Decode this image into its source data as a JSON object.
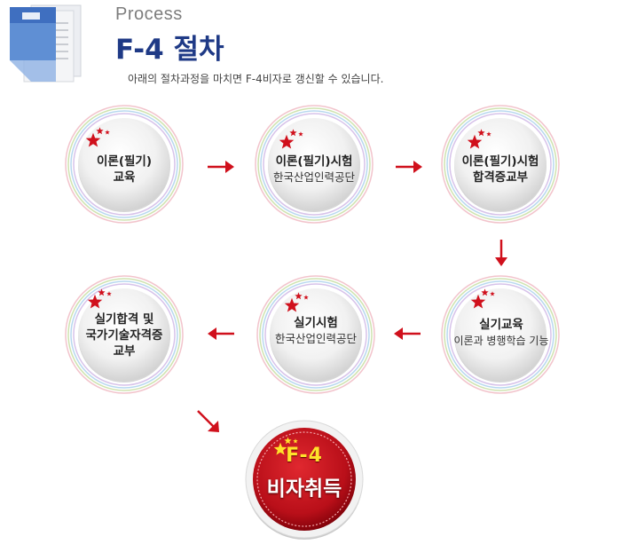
{
  "header": {
    "subtitle": "Process",
    "title": "F-4 절차",
    "description": "아래의 절차과정을 마치면 F-4비자로 갱신할 수 있습니다."
  },
  "steps": [
    {
      "line1": "이론(필기)",
      "line2": "교육",
      "line3": ""
    },
    {
      "line1": "이론(필기)시험",
      "line2": "한국산업인력공단",
      "line3": ""
    },
    {
      "line1": "이론(필기)시험",
      "line2": "합격증교부",
      "line3": ""
    },
    {
      "line1": "실기교육",
      "line2": "이론과 병행학습 기능",
      "line3": ""
    },
    {
      "line1": "실기시험",
      "line2": "한국산업인력공단",
      "line3": ""
    },
    {
      "line1": "실기합격 및",
      "line2": "국가기술자격증",
      "line3": "교부"
    }
  ],
  "final": {
    "line1": "F-4",
    "line2": "비자취득"
  },
  "colors": {
    "title": "#1f3a86",
    "accent_red": "#d0101c",
    "final_red": "#c2121c",
    "final_text_yellow": "#ffe22b"
  },
  "icons": [
    "document-logo-icon",
    "star-icon",
    "arrow-right-icon",
    "arrow-down-icon",
    "arrow-left-icon",
    "arrow-diagonal-icon"
  ]
}
